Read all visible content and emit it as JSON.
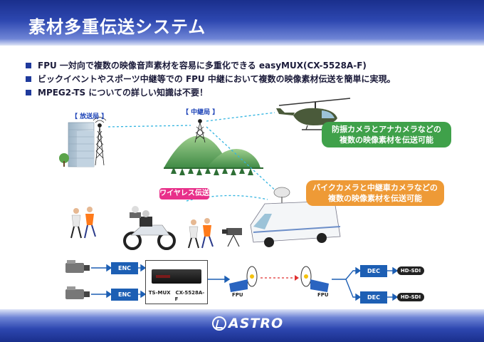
{
  "header": {
    "title": "素材多重伝送システム"
  },
  "bullets": [
    "FPU 一対向で複数の映像音声素材を容易に多重化できる easyMUX(CX-5528A-F)",
    "ビックイベントやスポーツ中継等での FPU 中継において複数の映像素材伝送を簡単に実現。",
    "MPEG2-TS についての詳しい知識は不要！"
  ],
  "diagram": {
    "broadcast_station_label": "【 放送局 】",
    "relay_station_label": "【 中継局 】",
    "helicopter_callout": [
      "防振カメラとアナカメラなどの",
      "複数の映像素材を伝送可能"
    ],
    "vehicle_callout": [
      "バイクカメラと中継車カメラなどの",
      "複数の映像素材を伝送可能"
    ],
    "wireless_label": "ワイヤレス伝送"
  },
  "flow": {
    "enc_label": "ENC",
    "dec_label": "DEC",
    "hdsdi_label": "HD-SDI",
    "mux_label": "TS-MUX　CX-5528A-F",
    "fpu_label": "FPU"
  },
  "colors": {
    "header": "#2d47b0",
    "green": "#3fa14a",
    "orange": "#ee9a36",
    "pink": "#e8308a",
    "link": "#33b4e0",
    "flow": "#1d5fb4"
  },
  "footer": {
    "logo_text": "ASTRO"
  }
}
